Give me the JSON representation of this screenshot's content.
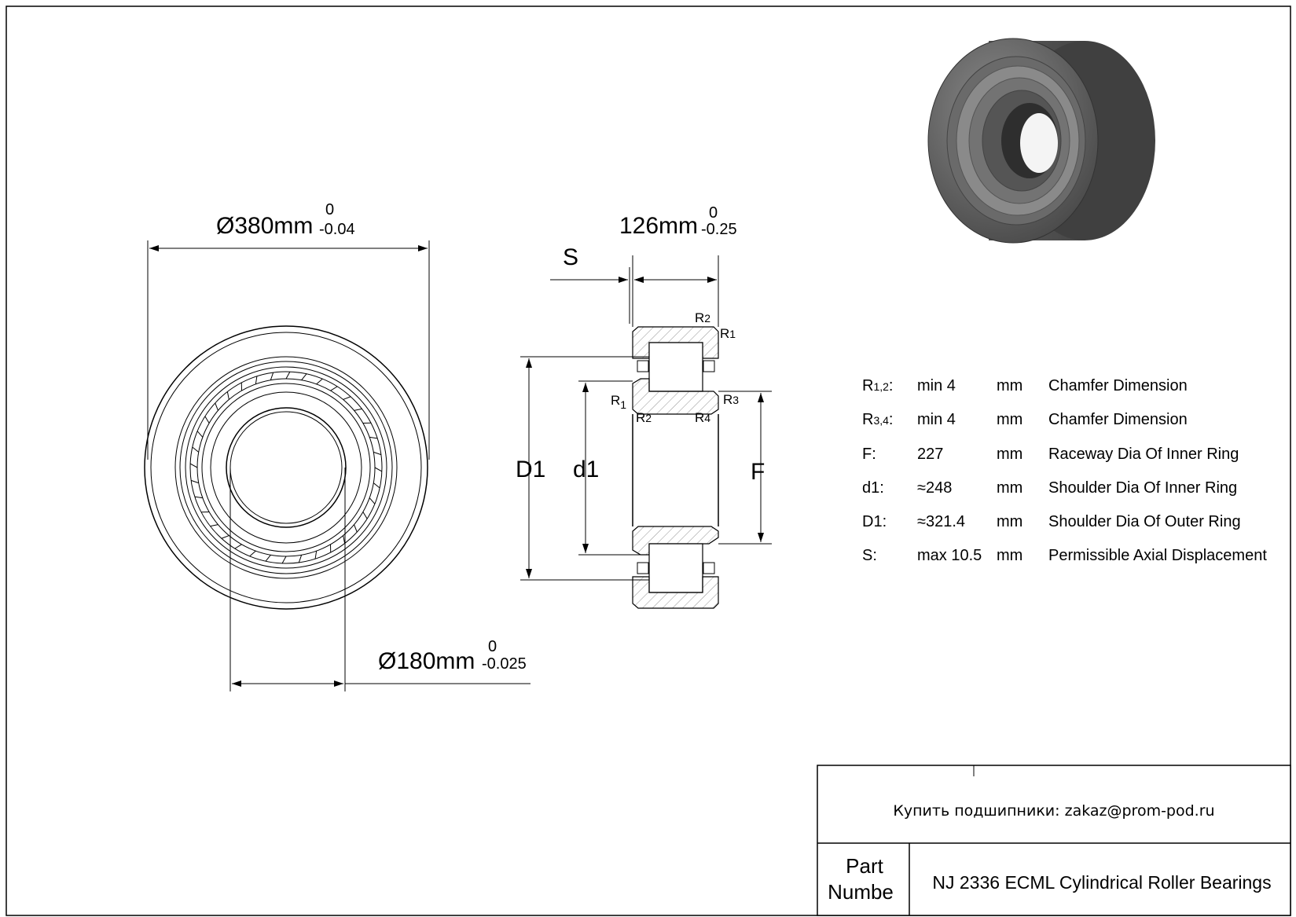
{
  "dimensions": {
    "outer_diameter": {
      "main": "Ø380mm",
      "upper": "0",
      "lower": "-0.04"
    },
    "width": {
      "main": "126mm",
      "upper": "0",
      "lower": "-0.25"
    },
    "bore": {
      "main": "Ø180mm",
      "upper": "0",
      "lower": "-0.025"
    },
    "s_label": "S",
    "d1_label": "D1",
    "d1_small_label": "d1",
    "f_label": "F"
  },
  "section_labels": {
    "r1": "R",
    "r1_sub": "1",
    "r2": "R",
    "r2_sub": "2",
    "r3": "R",
    "r3_sub": "3",
    "r4": "R",
    "r4_sub": "4"
  },
  "specs": [
    {
      "symbol": "R",
      "sub": "1,2",
      "suffix": ":",
      "value": "min 4",
      "unit": "mm",
      "description": "Chamfer Dimension"
    },
    {
      "symbol": "R",
      "sub": "3,4",
      "suffix": ":",
      "value": "min 4",
      "unit": "mm",
      "description": "Chamfer Dimension"
    },
    {
      "symbol": "F:",
      "sub": "",
      "suffix": "",
      "value": "227",
      "unit": "mm",
      "description": "Raceway Dia Of Inner Ring"
    },
    {
      "symbol": "d1:",
      "sub": "",
      "suffix": "",
      "value": "≈248",
      "unit": "mm",
      "description": "Shoulder Dia Of Inner Ring"
    },
    {
      "symbol": "D1:",
      "sub": "",
      "suffix": "",
      "value": "≈321.4",
      "unit": "mm",
      "description": "Shoulder Dia Of Outer Ring"
    },
    {
      "symbol": "S:",
      "sub": "",
      "suffix": "",
      "value": "max 10.5",
      "unit": "mm",
      "description": "Permissible Axial Displacement"
    }
  ],
  "title_block": {
    "contact": "Купить подшипники: zakaz@prom-pod.ru",
    "part_label_line1": "Part",
    "part_label_line2": "Numbe",
    "part_number": "NJ 2336 ECML Cylindrical Roller Bearings"
  }
}
